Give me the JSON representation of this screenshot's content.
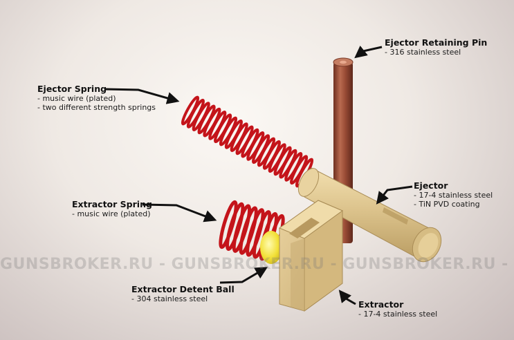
{
  "watermark": "GUNSBROKER.RU - GUNSBROKER.RU - GUNSBROKER.RU - GUNSBROKER.RU",
  "colors": {
    "spring_red": "#c4141a",
    "pin_copper": "#9c4f38",
    "part_tan": "#dcc38c",
    "ball_yellow": "#f2e038"
  },
  "labels": {
    "ejector_retaining_pin": {
      "title": "Ejector Retaining Pin",
      "lines": [
        "- 316 stainless steel"
      ]
    },
    "ejector_spring": {
      "title": "Ejector Spring",
      "lines": [
        "- music wire (plated)",
        "- two different strength springs"
      ]
    },
    "ejector": {
      "title": "Ejector",
      "lines": [
        "- 17-4 stainless steel",
        "- TiN PVD coating"
      ]
    },
    "extractor_spring": {
      "title": "Extractor Spring",
      "lines": [
        "- music wire (plated)"
      ]
    },
    "extractor_detent_ball": {
      "title": "Extractor Detent Ball",
      "lines": [
        "- 304 stainless steel"
      ]
    },
    "extractor": {
      "title": "Extractor",
      "lines": [
        "- 17-4 stainless steel"
      ]
    }
  }
}
